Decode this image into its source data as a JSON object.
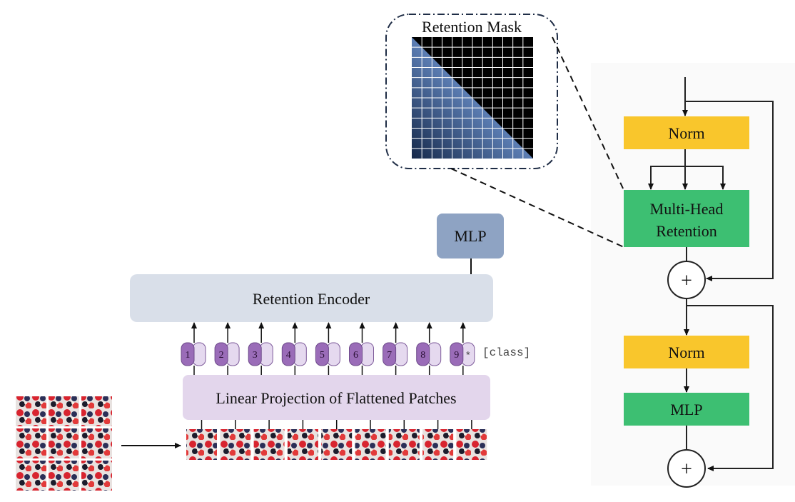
{
  "retention_mask": {
    "title": "Retention Mask",
    "grid_n": 12
  },
  "block": {
    "norm1": "Norm",
    "mhr_line1": "Multi-Head",
    "mhr_line2": "Retention",
    "add": "+",
    "norm2": "Norm",
    "mlp": "MLP"
  },
  "mlp_head": {
    "label": "MLP"
  },
  "encoder": {
    "label": "Retention  Encoder"
  },
  "tokens": [
    "1",
    "2",
    "3",
    "4",
    "5",
    "6",
    "7",
    "8",
    "9"
  ],
  "class_token": {
    "symbol": "*",
    "label": "[class]"
  },
  "projection": {
    "label": "Linear Projection of Flattened Patches"
  },
  "image": {
    "grid": "3x3",
    "patch_count": 9,
    "description_icon": "berry-tart-photo-patches"
  },
  "colors": {
    "norm": "#f9c62c",
    "retention": "#3dbf72",
    "mlp_head": "#8ea3c3",
    "encoder": "#d9dfe9",
    "projection": "#e3d6ec",
    "token_dark": "#9a6cb8",
    "token_light": "#e5d9ef",
    "panel_bg": "#fafafa",
    "mask_dark": "#1e3355",
    "mask_light": "#9dbef0"
  }
}
